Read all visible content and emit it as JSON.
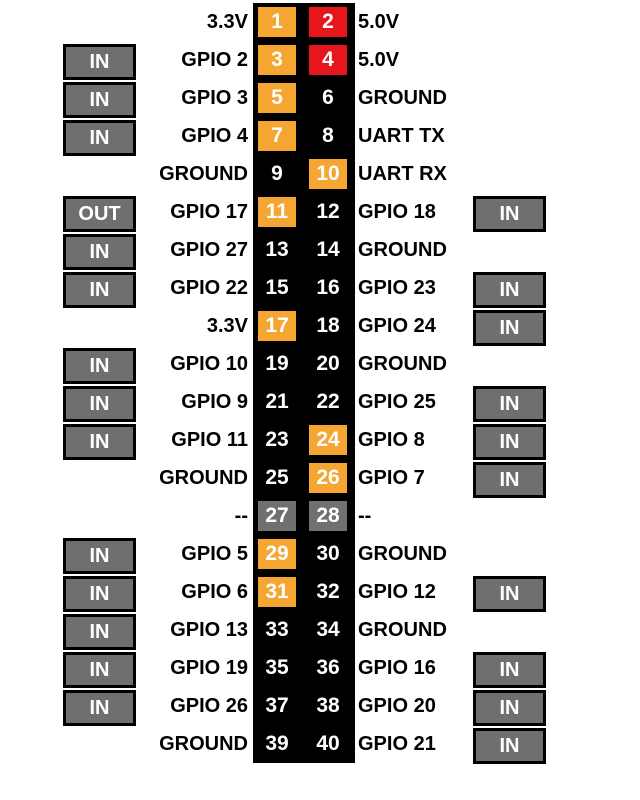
{
  "colors": {
    "power_5v": "#e8151c",
    "power_3v3": "#f5a632",
    "gpio": "#f5a632",
    "ground": "#000000",
    "reserved": "#707070",
    "strip": "#000000",
    "button_bg": "#6f6f6f"
  },
  "rows": [
    {
      "left": {
        "pin": "1",
        "label": "3.3V",
        "kind": "power_3v3",
        "mode": ""
      },
      "right": {
        "pin": "2",
        "label": "5.0V",
        "kind": "power_5v",
        "mode": ""
      }
    },
    {
      "left": {
        "pin": "3",
        "label": "GPIO 2",
        "kind": "gpio",
        "mode": "IN"
      },
      "right": {
        "pin": "4",
        "label": "5.0V",
        "kind": "power_5v",
        "mode": ""
      }
    },
    {
      "left": {
        "pin": "5",
        "label": "GPIO 3",
        "kind": "gpio",
        "mode": "IN"
      },
      "right": {
        "pin": "6",
        "label": "GROUND",
        "kind": "ground",
        "mode": ""
      }
    },
    {
      "left": {
        "pin": "7",
        "label": "GPIO 4",
        "kind": "gpio",
        "mode": "IN"
      },
      "right": {
        "pin": "8",
        "label": "UART TX",
        "kind": "ground",
        "mode": ""
      }
    },
    {
      "left": {
        "pin": "9",
        "label": "GROUND",
        "kind": "ground",
        "mode": ""
      },
      "right": {
        "pin": "10",
        "label": "UART RX",
        "kind": "gpio",
        "mode": ""
      }
    },
    {
      "left": {
        "pin": "11",
        "label": "GPIO 17",
        "kind": "gpio",
        "mode": "OUT"
      },
      "right": {
        "pin": "12",
        "label": "GPIO 18",
        "kind": "ground",
        "mode": "IN"
      }
    },
    {
      "left": {
        "pin": "13",
        "label": "GPIO 27",
        "kind": "ground",
        "mode": "IN"
      },
      "right": {
        "pin": "14",
        "label": "GROUND",
        "kind": "ground",
        "mode": ""
      }
    },
    {
      "left": {
        "pin": "15",
        "label": "GPIO 22",
        "kind": "ground",
        "mode": "IN"
      },
      "right": {
        "pin": "16",
        "label": "GPIO 23",
        "kind": "ground",
        "mode": "IN"
      }
    },
    {
      "left": {
        "pin": "17",
        "label": "3.3V",
        "kind": "power_3v3",
        "mode": ""
      },
      "right": {
        "pin": "18",
        "label": "GPIO 24",
        "kind": "ground",
        "mode": "IN"
      }
    },
    {
      "left": {
        "pin": "19",
        "label": "GPIO 10",
        "kind": "ground",
        "mode": "IN"
      },
      "right": {
        "pin": "20",
        "label": "GROUND",
        "kind": "ground",
        "mode": ""
      }
    },
    {
      "left": {
        "pin": "21",
        "label": "GPIO 9",
        "kind": "ground",
        "mode": "IN"
      },
      "right": {
        "pin": "22",
        "label": "GPIO 25",
        "kind": "ground",
        "mode": "IN"
      }
    },
    {
      "left": {
        "pin": "23",
        "label": "GPIO 11",
        "kind": "ground",
        "mode": "IN"
      },
      "right": {
        "pin": "24",
        "label": "GPIO 8",
        "kind": "gpio",
        "mode": "IN"
      }
    },
    {
      "left": {
        "pin": "25",
        "label": "GROUND",
        "kind": "ground",
        "mode": ""
      },
      "right": {
        "pin": "26",
        "label": "GPIO 7",
        "kind": "gpio",
        "mode": "IN"
      }
    },
    {
      "left": {
        "pin": "27",
        "label": "--",
        "kind": "reserved",
        "mode": ""
      },
      "right": {
        "pin": "28",
        "label": "--",
        "kind": "reserved",
        "mode": ""
      }
    },
    {
      "left": {
        "pin": "29",
        "label": "GPIO 5",
        "kind": "gpio",
        "mode": "IN"
      },
      "right": {
        "pin": "30",
        "label": "GROUND",
        "kind": "ground",
        "mode": ""
      }
    },
    {
      "left": {
        "pin": "31",
        "label": "GPIO 6",
        "kind": "gpio",
        "mode": "IN"
      },
      "right": {
        "pin": "32",
        "label": "GPIO 12",
        "kind": "ground",
        "mode": "IN"
      }
    },
    {
      "left": {
        "pin": "33",
        "label": "GPIO 13",
        "kind": "ground",
        "mode": "IN"
      },
      "right": {
        "pin": "34",
        "label": "GROUND",
        "kind": "ground",
        "mode": ""
      }
    },
    {
      "left": {
        "pin": "35",
        "label": "GPIO 19",
        "kind": "ground",
        "mode": "IN"
      },
      "right": {
        "pin": "36",
        "label": "GPIO 16",
        "kind": "ground",
        "mode": "IN"
      }
    },
    {
      "left": {
        "pin": "37",
        "label": "GPIO 26",
        "kind": "ground",
        "mode": "IN"
      },
      "right": {
        "pin": "38",
        "label": "GPIO 20",
        "kind": "ground",
        "mode": "IN"
      }
    },
    {
      "left": {
        "pin": "39",
        "label": "GROUND",
        "kind": "ground",
        "mode": ""
      },
      "right": {
        "pin": "40",
        "label": "GPIO 21",
        "kind": "ground",
        "mode": "IN"
      }
    }
  ]
}
